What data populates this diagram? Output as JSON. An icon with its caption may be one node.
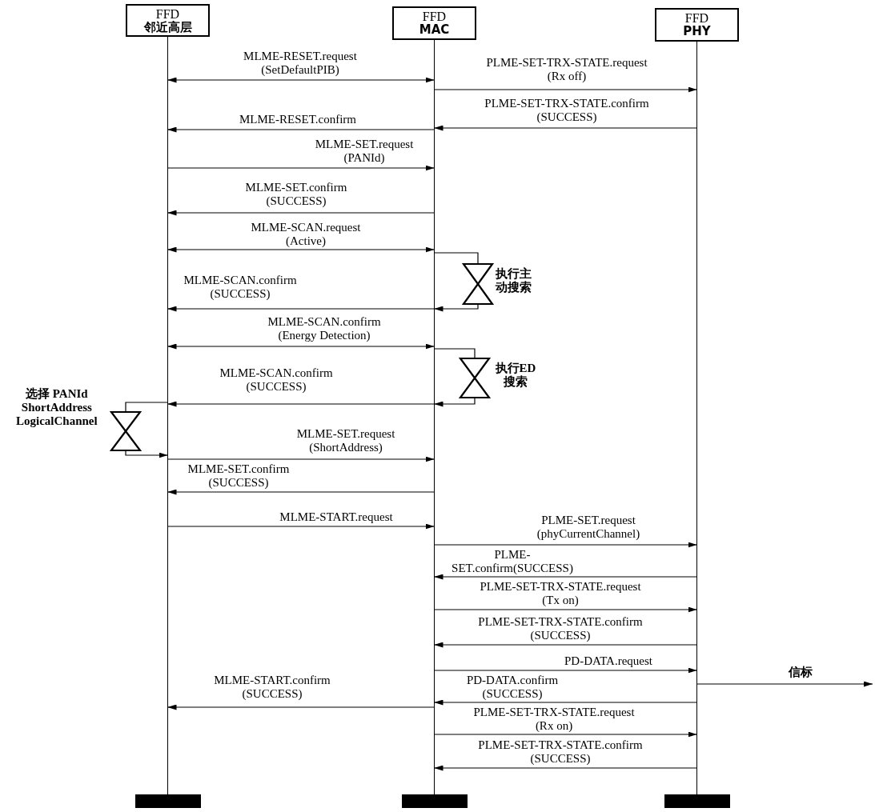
{
  "diagram": {
    "nodes": [
      {
        "text": [
          "FFD",
          "邻近高层"
        ]
      },
      {
        "text": [
          "FFD",
          "MAC"
        ]
      },
      {
        "text": [
          "FFD",
          "PHY"
        ]
      },
      {
        "text": [],
        "shape": "hourglass",
        "beside": [
          "执行主动搜索"
        ]
      },
      {
        "text": [],
        "shape": "hourglass",
        "beside": [
          "执行ED搜索"
        ]
      },
      {
        "text": [],
        "shape": "hourglass",
        "beside": [
          "选择 PANId ShortAddress LogicalChannel"
        ]
      }
    ],
    "edges": [
      {
        "from": 0,
        "to": 1,
        "arrow": "both",
        "label": "MLME-RESET.request (SetDefaultPIB)"
      },
      {
        "from": 1,
        "to": 2,
        "arrow": "to",
        "label": "PLME-SET-TRX-STATE.request (Rx off)"
      },
      {
        "from": 2,
        "to": 1,
        "arrow": "to",
        "label": "PLME-SET-TRX-STATE.confirm (SUCCESS)"
      },
      {
        "from": 1,
        "to": 0,
        "arrow": "to",
        "label": "MLME-RESET.confirm"
      },
      {
        "from": 0,
        "to": 1,
        "arrow": "to",
        "label": "MLME-SET.request (PANId)"
      },
      {
        "from": 1,
        "to": 0,
        "arrow": "to",
        "label": "MLME-SET.confirm (SUCCESS)"
      },
      {
        "from": 0,
        "to": 1,
        "arrow": "both",
        "label": "MLME-SCAN.request (Active)"
      },
      {
        "from": 1,
        "to": 3,
        "arrow": "none"
      },
      {
        "from": 3,
        "to": 1,
        "arrow": "to"
      },
      {
        "from": 1,
        "to": 0,
        "arrow": "to",
        "label": "MLME-SCAN.confirm (SUCCESS)"
      },
      {
        "from": 0,
        "to": 1,
        "arrow": "both",
        "label": "MLME-SCAN.confirm (Energy Detection)"
      },
      {
        "from": 1,
        "to": 4,
        "arrow": "none"
      },
      {
        "from": 4,
        "to": 1,
        "arrow": "to"
      },
      {
        "from": 1,
        "to": 0,
        "arrow": "to",
        "label": "MLME-SCAN.confirm (SUCCESS)"
      },
      {
        "from": 0,
        "to": 5,
        "arrow": "none"
      },
      {
        "from": 5,
        "to": 0,
        "arrow": "to"
      },
      {
        "from": 0,
        "to": 1,
        "arrow": "to",
        "label": "MLME-SET.request (ShortAddress)"
      },
      {
        "from": 1,
        "to": 0,
        "arrow": "to",
        "label": "MLME-SET.confirm (SUCCESS)"
      },
      {
        "from": 0,
        "to": 1,
        "arrow": "to",
        "label": "MLME-START.request"
      },
      {
        "from": 1,
        "to": 2,
        "arrow": "to",
        "label": "PLME-SET.request (phyCurrentChannel)"
      },
      {
        "from": 2,
        "to": 1,
        "arrow": "to",
        "label": "PLME- SET.confirm(SUCCESS)"
      },
      {
        "from": 1,
        "to": 2,
        "arrow": "to",
        "label": "PLME-SET-TRX-STATE.request (Tx on)"
      },
      {
        "from": 2,
        "to": 1,
        "arrow": "to",
        "label": "PLME-SET-TRX-STATE.confirm (SUCCESS)"
      },
      {
        "from": 1,
        "to": 2,
        "arrow": "to",
        "label": "PD-DATA.request"
      },
      {
        "from": 2,
        "to": null,
        "arrow": "to",
        "label": "信标"
      },
      {
        "from": 2,
        "to": 1,
        "arrow": "to",
        "label": "PD-DATA.confirm (SUCCESS)"
      },
      {
        "from": 1,
        "to": 0,
        "arrow": "to",
        "label": "MLME-START.confirm (SUCCESS)"
      },
      {
        "from": 1,
        "to": 2,
        "arrow": "to",
        "label": "PLME-SET-TRX-STATE.request (Rx on)"
      },
      {
        "from": 2,
        "to": 1,
        "arrow": "to",
        "label": "PLME-SET-TRX-STATE.confirm (SUCCESS)"
      }
    ]
  }
}
